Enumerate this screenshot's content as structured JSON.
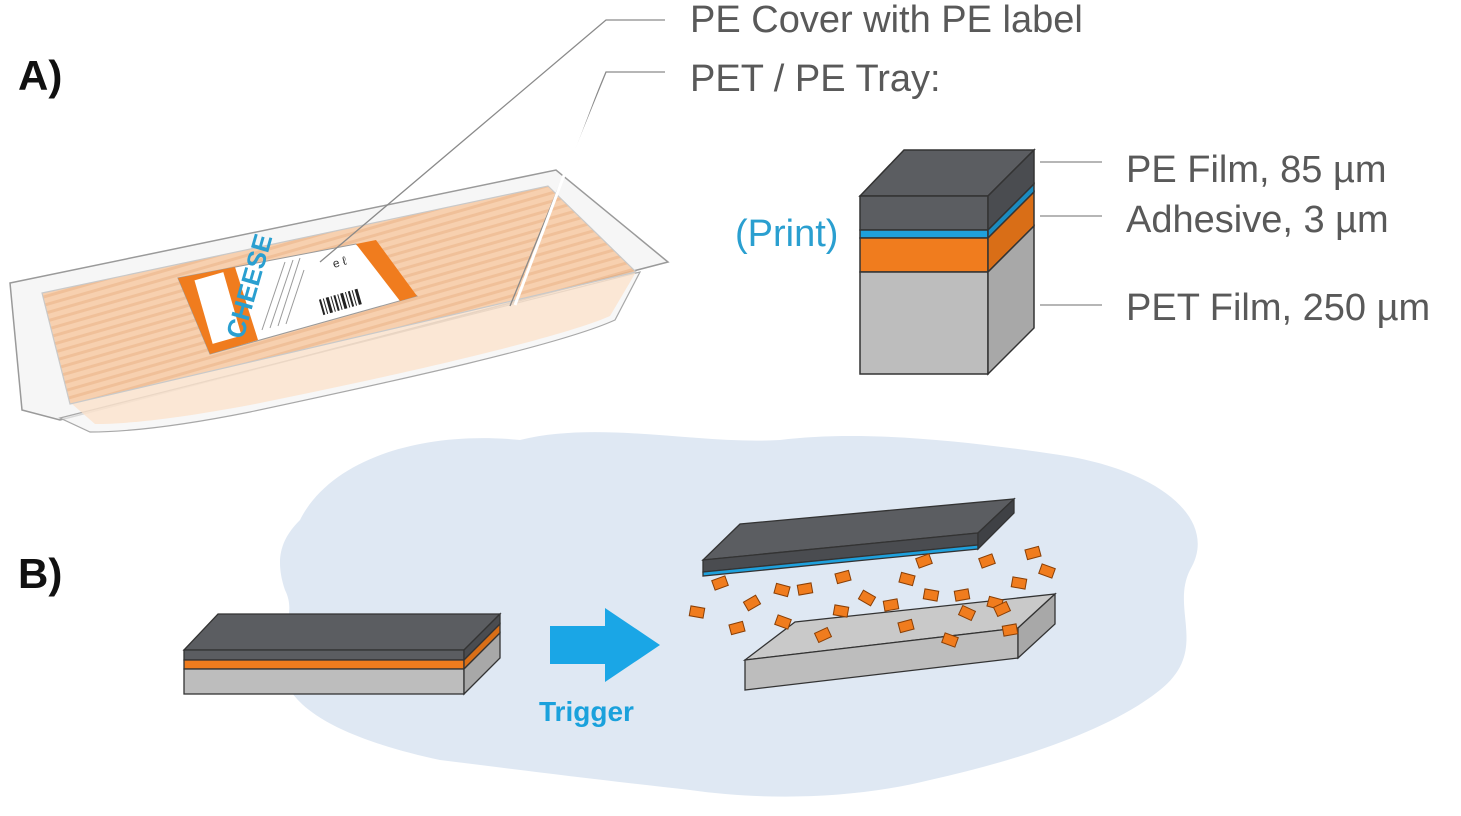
{
  "panels": {
    "a": "A)",
    "b": "B)"
  },
  "callouts": {
    "cover": "PE Cover with PE label",
    "tray": "PET / PE Tray:",
    "pe_film": "PE Film, 85 µm",
    "adhesive": "Adhesive, 3 µm",
    "pet_film": "PET Film, 250 µm",
    "print": "(Print)"
  },
  "package_label": {
    "product": "CHEESE",
    "weight_mark": "e ℓ"
  },
  "trigger": {
    "label": "Trigger"
  },
  "colors": {
    "pe_layer": "#5b5d61",
    "print_layer": "#1ea0dc",
    "adhesive_layer": "#f07c1e",
    "pet_layer": "#bdbdbd",
    "cloud": "#dfe8f3",
    "arrow": "#1aa6e6",
    "callout_text": "#595959"
  }
}
